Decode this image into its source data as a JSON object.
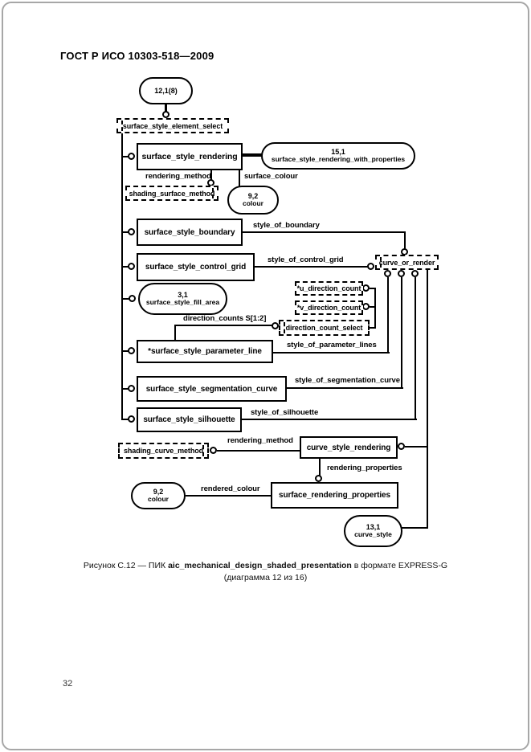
{
  "header": {
    "title": "ГОСТ Р ИСО 10303-518—2009"
  },
  "footer": {
    "page_number": "32"
  },
  "caption": {
    "prefix": "Рисунок  С.12 — ПИК ",
    "entity": "aic_mechanical_design_shaded_presentation",
    "suffix": " в формате EXPRESS-G",
    "line2": "(диаграмма 12 из 16)"
  },
  "diagram": {
    "nodes": {
      "page_ref_top": {
        "line1": "12,1(8)"
      },
      "select_element": {
        "label": "surface_style_element_select"
      },
      "rendering": {
        "label": "surface_style_rendering"
      },
      "ref_rendering_with_props": {
        "line1": "15,1",
        "line2": "surface_style_rendering_with_properties"
      },
      "shading_surface_method": {
        "label": "shading_surface_method"
      },
      "ref_colour_top": {
        "line1": "9,2",
        "line2": "colour"
      },
      "boundary": {
        "label": "surface_style_boundary"
      },
      "control_grid": {
        "label": "surface_style_control_grid"
      },
      "ref_fill_area": {
        "line1": "3,1",
        "line2": "surface_style_fill_area"
      },
      "u_direction_count": {
        "label": "*u_direction_count"
      },
      "v_direction_count": {
        "label": "*v_direction_count"
      },
      "direction_count_select": {
        "label": "direction_count_select"
      },
      "curve_or_render": {
        "label": "curve_or_render"
      },
      "parameter_line": {
        "label": "*surface_style_parameter_line"
      },
      "segmentation_curve": {
        "label": "surface_style_segmentation_curve"
      },
      "silhouette": {
        "label": "surface_style_silhouette"
      },
      "shading_curve_method": {
        "label": "shading_curve_method"
      },
      "curve_style_rendering": {
        "label": "curve_style_rendering"
      },
      "surface_rendering_properties": {
        "label": "surface_rendering_properties"
      },
      "ref_colour_bottom": {
        "line1": "9,2",
        "line2": "colour"
      },
      "ref_curve_style": {
        "line1": "13,1",
        "line2": "curve_style"
      }
    },
    "labels": {
      "rendering_method_top": "rendering_method",
      "surface_colour": "surface_colour",
      "style_of_boundary": "style_of_boundary",
      "style_of_control_grid": "style_of_control_grid",
      "direction_counts": "direction_counts S[1:2]",
      "style_of_parameter_lines": "style_of_parameter_lines",
      "style_of_segmentation_curve": "style_of_segmentation_curve",
      "style_of_silhouette": "style_of_silhouette",
      "rendering_method_bottom": "rendering_method",
      "rendering_properties": "rendering_properties",
      "rendered_colour": "rendered_colour"
    }
  }
}
